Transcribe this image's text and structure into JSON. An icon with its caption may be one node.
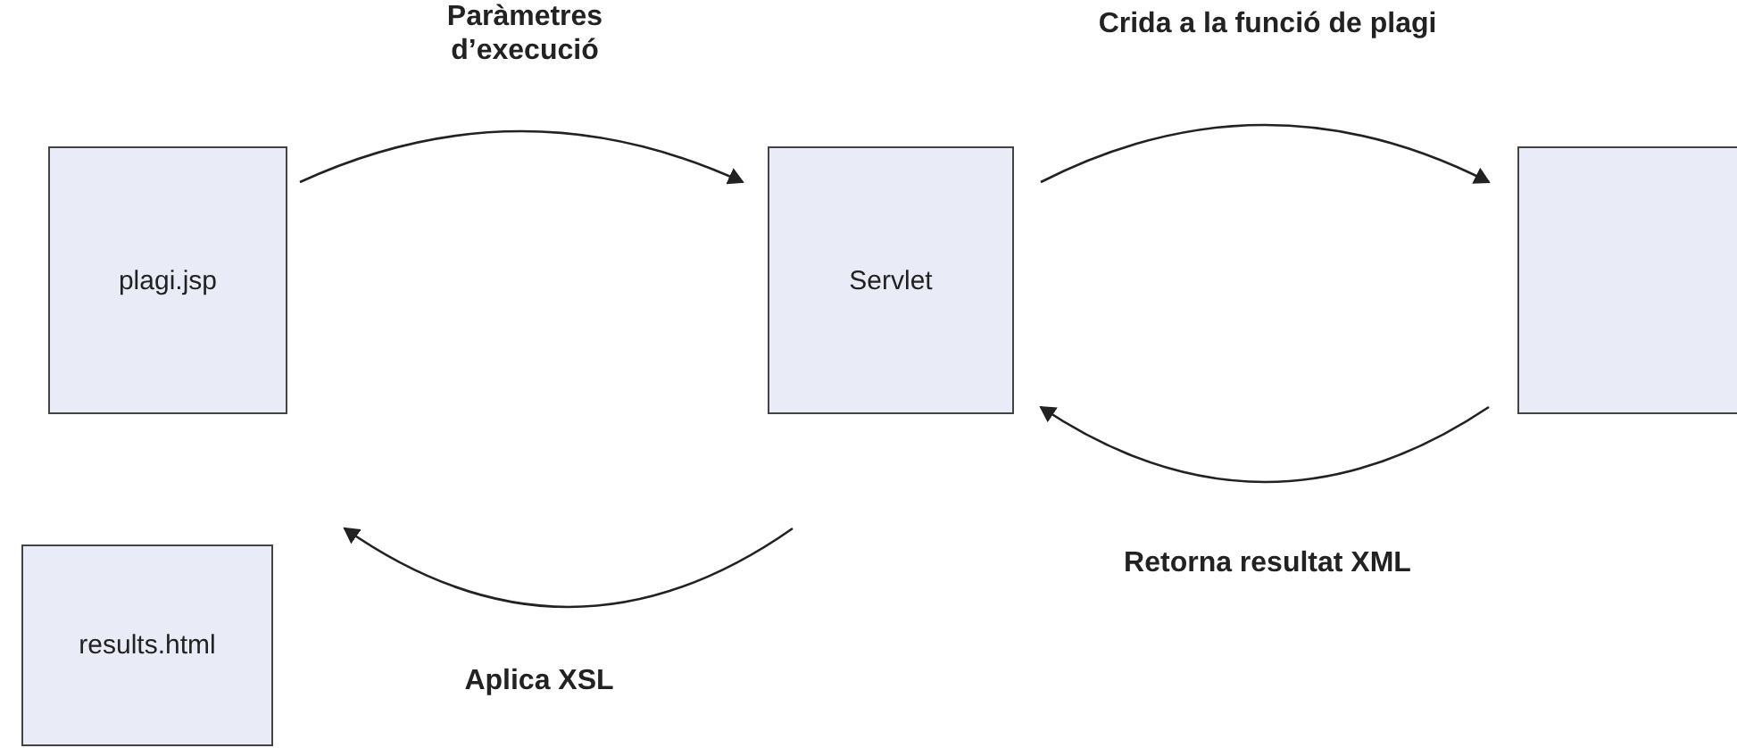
{
  "diagram": {
    "nodes": [
      {
        "text": [
          "plagi.jsp"
        ]
      },
      {
        "text": [
          "Servlet"
        ]
      },
      {
        "text": [],
        "shape": "box"
      },
      {
        "text": [
          "results.html"
        ]
      }
    ],
    "edges": [
      {
        "from": 0,
        "to": 1,
        "arrow": "to",
        "label": "Paràmetres d’execució"
      },
      {
        "from": 1,
        "to": 2,
        "arrow": "to",
        "label": "Crida a la funció de plagi"
      },
      {
        "from": 2,
        "to": 1,
        "arrow": "to",
        "label": "Retorna resultat XML"
      },
      {
        "from": 1,
        "to": 3,
        "arrow": "to",
        "label": "Aplica XSL"
      }
    ]
  }
}
